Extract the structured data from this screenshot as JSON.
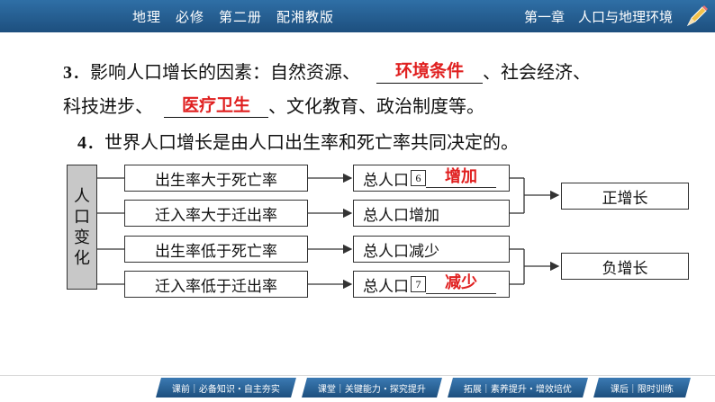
{
  "header": {
    "left": "地理　必修　第二册　配湘教版",
    "right": "第一章　人口与地理环境",
    "pencil_icon": "pencil-icon"
  },
  "para3": {
    "num": "3",
    "seg1": "．影响人口增长的因素：自然资源、",
    "ans1": "环境条件",
    "seg2": "、社会经济、",
    "seg3": "科技进步、",
    "ans2": "医疗卫生",
    "seg4": "、文化教育、政治制度等。"
  },
  "para4": {
    "num": "4",
    "text": "．世界人口增长是由人口出生率和死亡率共同决定的。"
  },
  "diagram": {
    "side_label": [
      "人",
      "口",
      "变",
      "化"
    ],
    "conditions": [
      "出生率大于死亡率",
      "迁入率大于迁出率",
      "出生率低于死亡率",
      "迁入率低于迁出率"
    ],
    "totals": [
      {
        "prefix": "总人口",
        "marker": "6",
        "answer": "增加"
      },
      {
        "prefix": "总人口增加"
      },
      {
        "prefix": "总人口减少"
      },
      {
        "prefix": "总人口",
        "marker": "7",
        "answer": "减少"
      }
    ],
    "results": [
      "正增长",
      "负增长"
    ]
  },
  "nav": [
    "课前｜必备知识・自主夯实",
    "课堂｜关键能力・探究提升",
    "拓展｜素养提升・增效培优",
    "课后｜限时训练"
  ],
  "colors": {
    "header": "#2f6fa6",
    "answer": "#e02020",
    "side_fill": "#c8c8c8"
  }
}
